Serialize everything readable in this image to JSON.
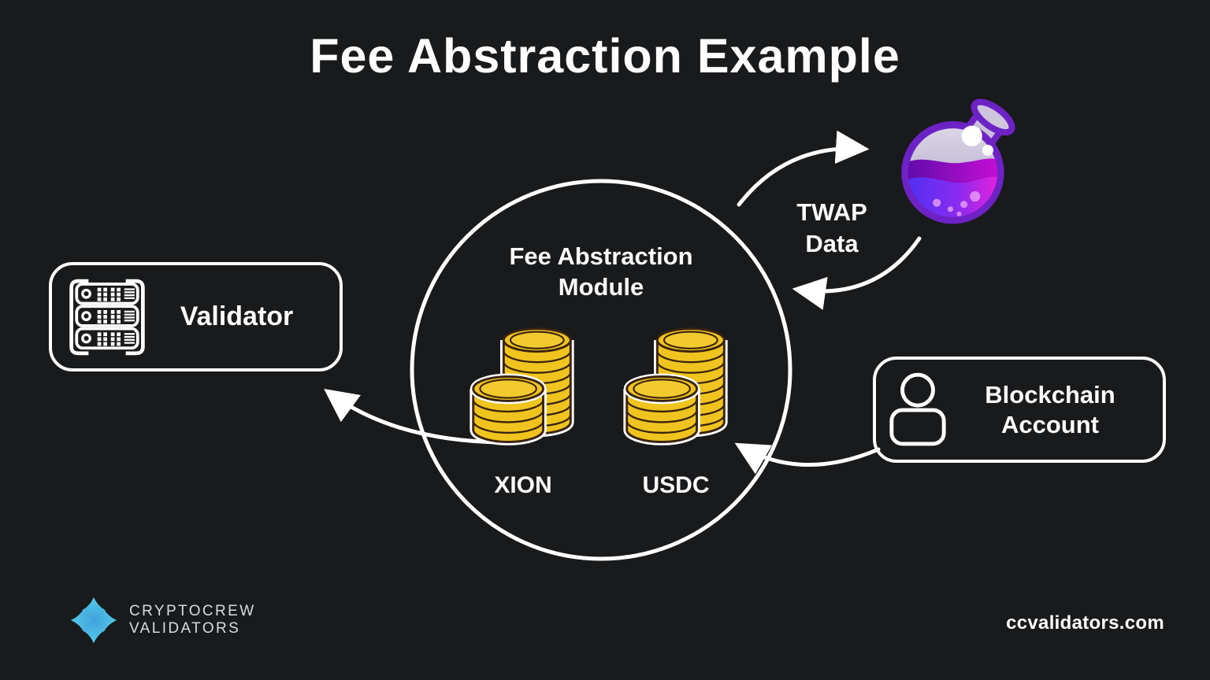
{
  "title": "Fee Abstraction Example",
  "nodes": {
    "validator": {
      "label": "Validator",
      "icon": "server-rack-icon"
    },
    "module": {
      "line1": "Fee Abstraction",
      "line2": "Module",
      "coins": [
        {
          "label": "XION"
        },
        {
          "label": "USDC"
        }
      ]
    },
    "blockchain_account": {
      "line1": "Blockchain",
      "line2": "Account",
      "icon": "user-icon"
    },
    "oracle": {
      "line1": "TWAP",
      "line2": "Data",
      "icon": "potion-flask-icon"
    }
  },
  "footer": {
    "brand_line1": "CRYPTOCREW",
    "brand_line2": "VALIDATORS",
    "website": "ccvalidators.com"
  },
  "colors": {
    "background": "#191a1c",
    "line_white": "#ffffff",
    "coin_gold": "#f0c41e",
    "coin_outline": "#3a2410",
    "flask_purple": "#6d22c5",
    "liquid_blue": "#4930f2",
    "liquid_pink": "#f01fd8",
    "logo_teal": "#55cdea",
    "logo_blue": "#2e77d0"
  }
}
